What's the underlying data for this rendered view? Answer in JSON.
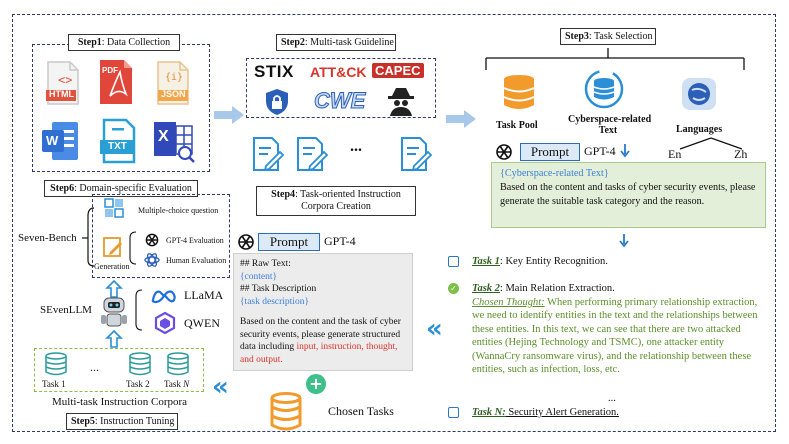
{
  "steps": {
    "s1": {
      "num": "Step1",
      "label": ": Data Collection"
    },
    "s2": {
      "num": "Step2",
      "label": ": Multi-task Guideline"
    },
    "s3": {
      "num": "Step3",
      "label": ": Task Selection"
    },
    "s4": {
      "num": "Step4",
      "label": ": Task-oriented Instruction",
      "label2": "Corpora Creation"
    },
    "s5": {
      "num": "Step5",
      "label": ": Instruction Tuning"
    },
    "s6": {
      "num": "Step6",
      "label": ": Domain-specific Evaluation"
    }
  },
  "file_icons": {
    "html": "HTML",
    "pdf": "PDF",
    "json": "JSON",
    "json_glyph": "{i}",
    "txt": "TXT",
    "word": "W",
    "excel": "X"
  },
  "guideline_logos": {
    "stix": "STIX",
    "attck": "ATT&CK",
    "capec": "CAPEC",
    "cwe": "CWE"
  },
  "guideline_ellipsis": "...",
  "selection": {
    "task_pool": "Task Pool",
    "cyber_text": "Cyberspace-related",
    "cyber_text2": "Text",
    "languages": "Languages",
    "en": "En",
    "zh": "Zh",
    "gpt4": "GPT-4",
    "prompt": "Prompt",
    "box_header": "{Cyberspace-related Text}",
    "box_body": "Based on the content and tasks of cyber security events, please generate the suitable task category and the reason."
  },
  "creation": {
    "prompt": "Prompt",
    "gpt4": "GPT-4",
    "raw_text": "## Raw Text:",
    "content": "{content}",
    "task_desc": "## Task Description",
    "task_desc_val": "{task description}",
    "body_a": "Based on the content and the task of cyber security events, please generate structured data including ",
    "body_red": "input, instruction, thought, and output.",
    "chosen_tasks": "Chosen Tasks"
  },
  "tasks": {
    "t1_name": "Task 1",
    "t1_text": ": Key Entity Recognition.",
    "t2_name": "Task 2",
    "t2_text": ": Main Relation Extraction.",
    "t2_thought_label": "Chosen Thought:",
    "t2_thought": " When performing primary relationship extraction, we need to identify entities in the text and the relationships between these entities. In this text, we can see that there are two attacked entities (Hejing Technology and TSMC), one attacker entity (WannaCry ransomware virus), and the relationship between these entities, such as infection, loss, etc.",
    "ellipsis": "...",
    "tn_name": "Task N:",
    "tn_text": " Security Alert Generation."
  },
  "evaluation": {
    "seven_bench": "Seven-Bench",
    "mcq": "Multiple-choice question",
    "generation": "Generation",
    "gpt4_eval": "GPT-4 Evaluation",
    "human_eval": "Human Evaluation"
  },
  "tuning": {
    "sevenllm": "SEvenLLM",
    "llama": "LLaMA",
    "qwen": "QWEN",
    "task1": "Task 1",
    "task2": "Task 2",
    "taskn": "Task ",
    "taskn_italic": "N",
    "dots": "...",
    "corpora": "Multi-task Instruction Corpora"
  },
  "colors": {
    "navy": "#2b3a6b",
    "arrow": "#a8c8ea",
    "red_icon": "#e0523c",
    "orange": "#f39a2c",
    "blue_icon": "#2a8fd6",
    "green": "#5b8f2b",
    "teal": "#3fbf8a"
  }
}
